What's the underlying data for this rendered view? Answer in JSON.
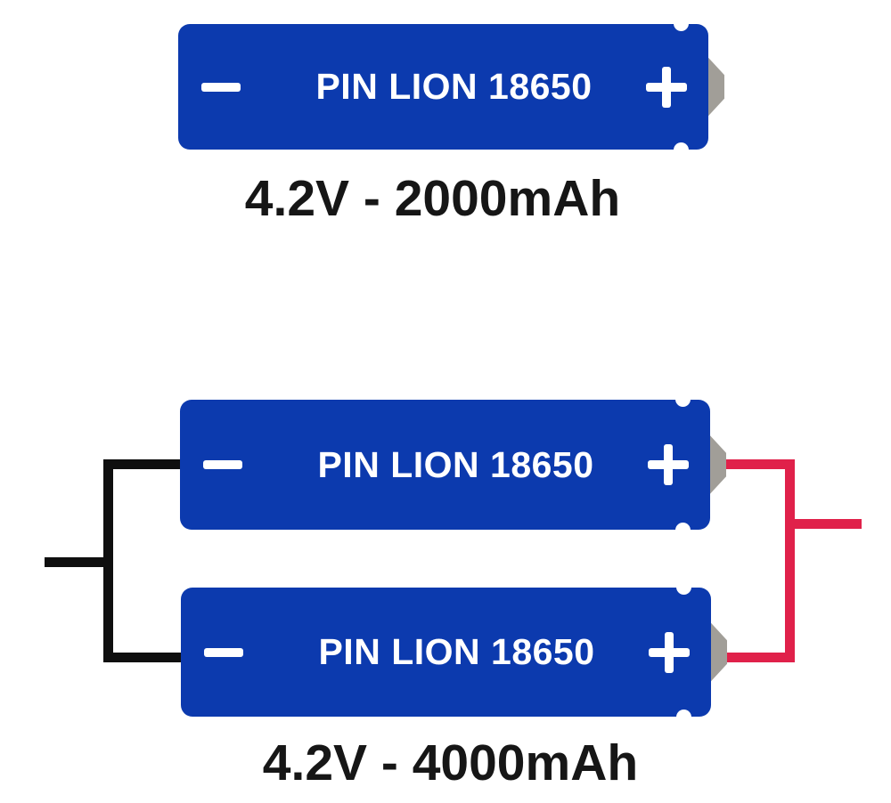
{
  "single_cell": {
    "battery": {
      "name": "PIN LION 18650"
    },
    "spec": "4.2V - 2000mAh"
  },
  "parallel_pack": {
    "batteries": [
      {
        "name": "PIN LION 18650"
      },
      {
        "name": "PIN LION 18650"
      }
    ],
    "spec": "4.2V - 4000mAh"
  },
  "icons": {
    "negative_terminal": "minus",
    "positive_terminal": "plus"
  },
  "colors": {
    "battery_blue": "#0c3aae",
    "terminal_gray": "#a19e98",
    "wire_negative": "#0f0f0f",
    "wire_positive": "#e0214a",
    "label_text": "#161616",
    "battery_text": "#ffffff"
  }
}
